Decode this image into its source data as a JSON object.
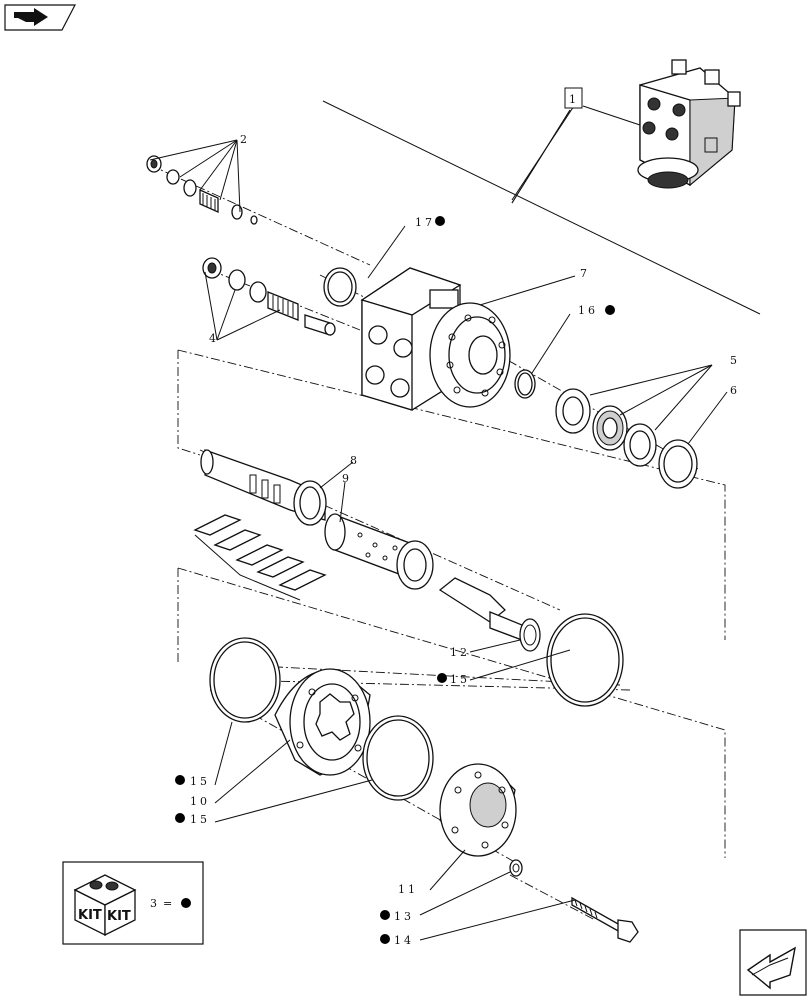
{
  "callouts": {
    "c1": "1",
    "c2": "2",
    "c4": "4",
    "c5": "5",
    "c6": "6",
    "c7": "7",
    "c8": "8",
    "c9": "9",
    "c10": "10",
    "c11": "11",
    "c12": "12",
    "c13": "13",
    "c14": "14",
    "c15a": "15",
    "c15b": "15",
    "c15c": "15",
    "c16": "16",
    "c17": "17"
  },
  "legend": {
    "kit_label": "KIT",
    "kit_number": "3",
    "equals": "="
  },
  "icons": {
    "prev": "arrow-left-icon",
    "next": "arrow-right-icon"
  }
}
